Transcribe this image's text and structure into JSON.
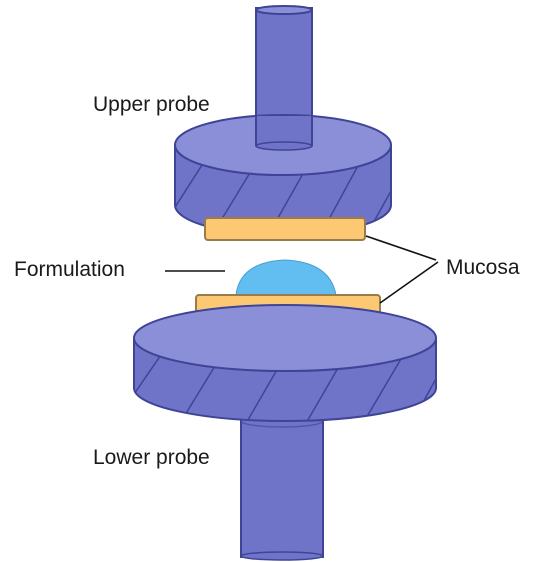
{
  "labels": {
    "upper_probe": "Upper probe",
    "lower_probe": "Lower probe",
    "formulation": "Formulation",
    "mucosa": "Mucosa"
  },
  "colors": {
    "probe_fill": "#6f74c8",
    "probe_top_fill": "#8a8fd8",
    "probe_stroke": "#3f4596",
    "mucosa_fill": "#fcc874",
    "mucosa_stroke": "#9a7c48",
    "formulation_fill": "#62bdf0",
    "leader_line": "#111111"
  }
}
